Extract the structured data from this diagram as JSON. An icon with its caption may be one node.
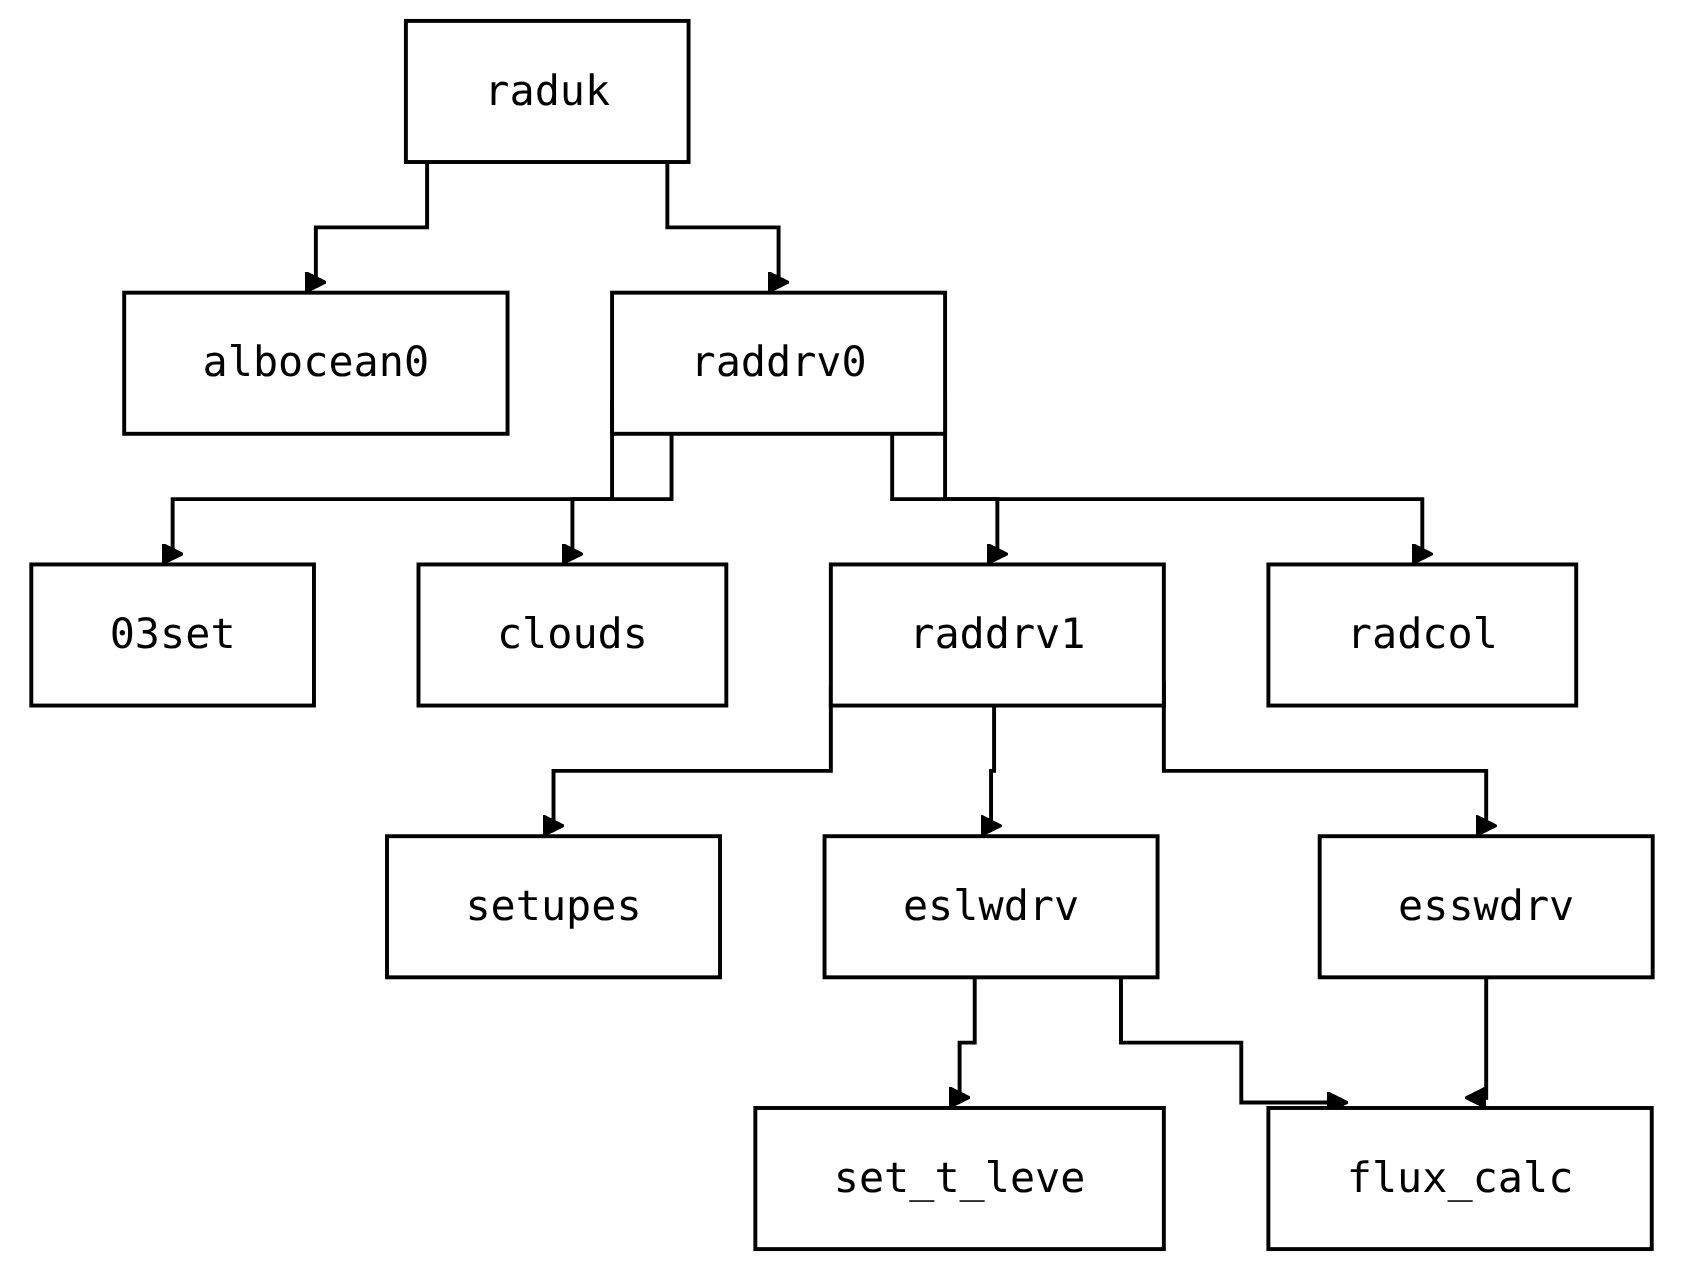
{
  "diagram": {
    "nodes": [
      {
        "text": [
          "raduk"
        ]
      },
      {
        "text": [
          "albocean0"
        ]
      },
      {
        "text": [
          "raddrv0"
        ]
      },
      {
        "text": [
          "03set"
        ]
      },
      {
        "text": [
          "clouds"
        ]
      },
      {
        "text": [
          "raddrv1"
        ]
      },
      {
        "text": [
          "radcol"
        ]
      },
      {
        "text": [
          "setupes"
        ]
      },
      {
        "text": [
          "eslwdrv"
        ]
      },
      {
        "text": [
          "esswdrv"
        ]
      },
      {
        "text": [
          "set_t_leve"
        ]
      },
      {
        "text": [
          "flux_calc"
        ]
      }
    ],
    "edges": [
      {
        "from": 0,
        "to": 1,
        "arrow": "to"
      },
      {
        "from": 0,
        "to": 2,
        "arrow": "to"
      },
      {
        "from": 2,
        "to": 3,
        "arrow": "to"
      },
      {
        "from": 2,
        "to": 4,
        "arrow": "to"
      },
      {
        "from": 2,
        "to": 5,
        "arrow": "to"
      },
      {
        "from": 2,
        "to": 6,
        "arrow": "to"
      },
      {
        "from": 5,
        "to": 7,
        "arrow": "to"
      },
      {
        "from": 5,
        "to": 8,
        "arrow": "to"
      },
      {
        "from": 5,
        "to": 9,
        "arrow": "to"
      },
      {
        "from": 8,
        "to": 10,
        "arrow": "to"
      },
      {
        "from": 8,
        "to": 11,
        "arrow": "to"
      },
      {
        "from": 9,
        "to": 11,
        "arrow": "to"
      }
    ]
  }
}
